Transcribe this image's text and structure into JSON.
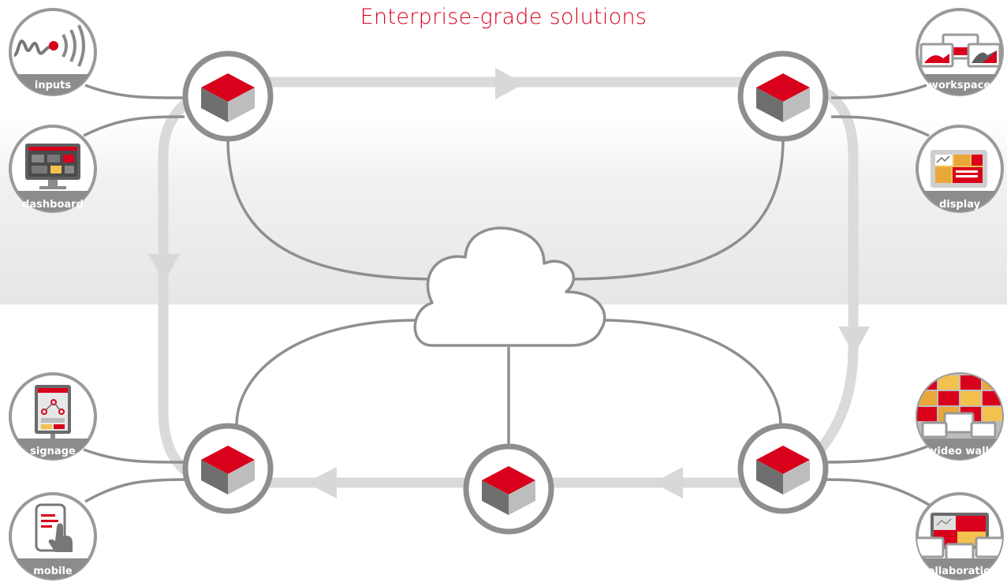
{
  "title": "Enterprise-grade solutions",
  "colors": {
    "brand_red": "#d9001b",
    "ring_gray": "#8e8e8e",
    "connector_gray": "#8f8f8f",
    "flow_arrow_gray": "#dadada",
    "band_gray": "#e9e9e9",
    "accent_yellow": "#f2c14e"
  },
  "endpoints": {
    "inputs": "inputs",
    "dashboard": "dashboard",
    "workspace": "workspace",
    "display": "display",
    "signage": "signage",
    "mobile": "mobile",
    "video_wall": "video wall",
    "collaboration": "collaboration"
  }
}
